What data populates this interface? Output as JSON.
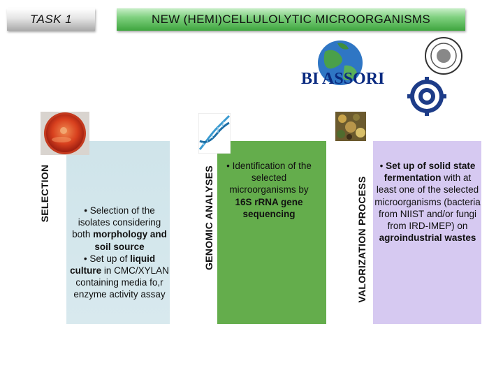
{
  "header": {
    "task_label": "TASK 1",
    "title": "NEW (HEMI)CELLULOLYTIC MICROORGANISMS"
  },
  "columns": {
    "selection": {
      "label": "SELECTION",
      "bullets": [
        {
          "parts": [
            {
              "text": "Selection of the isolates considering both ",
              "bold": false
            },
            {
              "text": "morphology and soil source",
              "bold": true
            }
          ]
        },
        {
          "parts": [
            {
              "text": "Set up of ",
              "bold": false
            },
            {
              "text": "liquid culture",
              "bold": true
            },
            {
              "text": " in CMC/XYLAN containing media fo,r enzyme activity assay",
              "bold": false
            }
          ]
        }
      ]
    },
    "genomic": {
      "label": "GENOMIC ANALYSES",
      "bullets": [
        {
          "parts": [
            {
              "text": "Identification of the selected microorganisms by ",
              "bold": false
            },
            {
              "text": "16S rRNA gene sequencing",
              "bold": true
            }
          ]
        }
      ]
    },
    "valorization": {
      "label": "VALORIZATION PROCESS",
      "bullets": [
        {
          "parts": [
            {
              "text": "Set up of solid state fermentation",
              "bold": true
            },
            {
              "text": " with at least one of the selected microorganisms (bacteria from NIIST and/or fungi from IRD-IMEP) on ",
              "bold": false
            },
            {
              "text": "agroindustrial wastes",
              "bold": true
            }
          ]
        }
      ]
    }
  },
  "logos": {
    "bioassori_text": "BI    ASSORI"
  },
  "colors": {
    "title_green": "#4caf4c",
    "genomic_green": "#64ad4c",
    "valor_lavender": "#d6c9f1",
    "selection_blue": "#d3e6ec",
    "bioassori_blue": "#0a2a80"
  }
}
